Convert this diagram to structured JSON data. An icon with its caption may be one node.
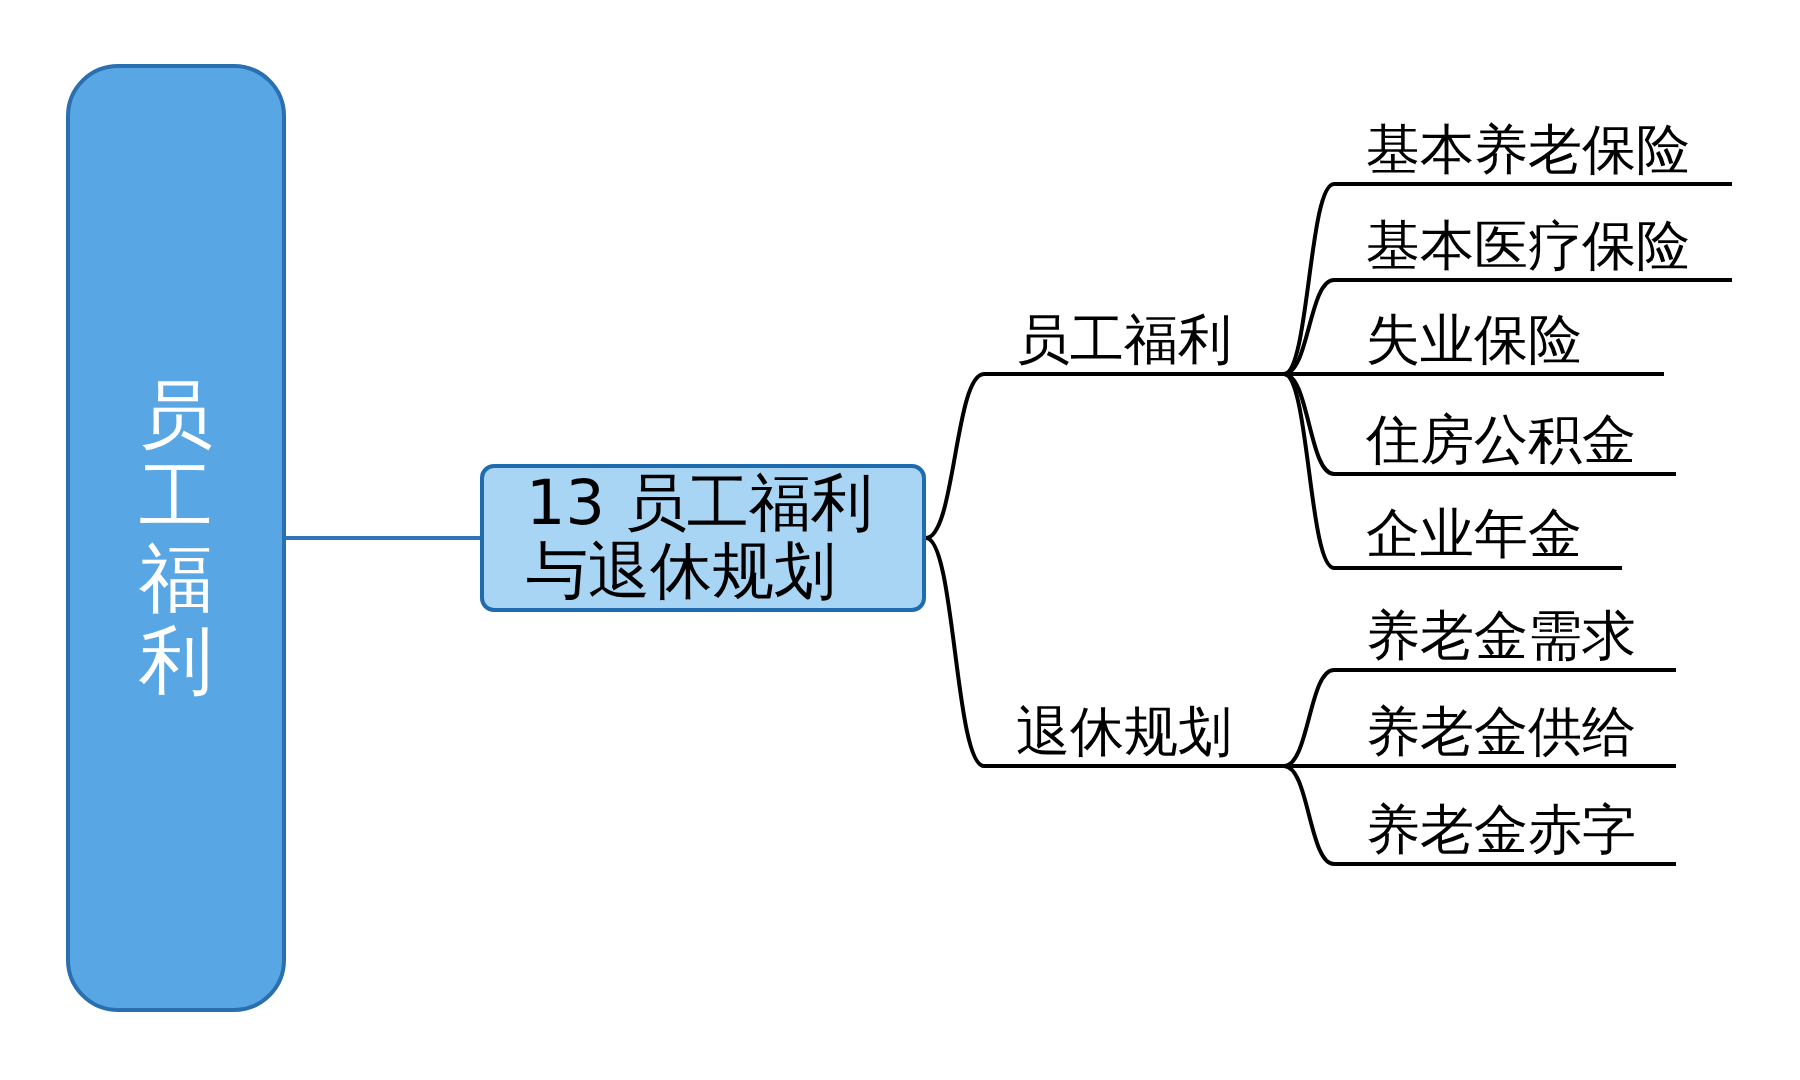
{
  "diagram": {
    "nodes": [
      {
        "text": [
          "员工福利"
        ]
      },
      {
        "text": [
          "13 员工福利与退休规划"
        ]
      },
      {
        "text": [
          "员工福利"
        ]
      },
      {
        "text": [
          "基本养老保险"
        ]
      },
      {
        "text": [
          "基本医疗保险"
        ]
      },
      {
        "text": [
          "失业保险"
        ]
      },
      {
        "text": [
          "住房公积金"
        ]
      },
      {
        "text": [
          "企业年金"
        ]
      },
      {
        "text": [
          "退休规划"
        ]
      },
      {
        "text": [
          "养老金需求"
        ]
      },
      {
        "text": [
          "养老金供给"
        ]
      },
      {
        "text": [
          "养老金赤字"
        ]
      }
    ],
    "edges": [
      {
        "from": 0,
        "to": 1,
        "arrow": "none",
        "color": "#2e75b6"
      },
      {
        "from": 1,
        "to": 2,
        "arrow": "none"
      },
      {
        "from": 2,
        "to": 3,
        "arrow": "none"
      },
      {
        "from": 2,
        "to": 4,
        "arrow": "none"
      },
      {
        "from": 2,
        "to": 5,
        "arrow": "none"
      },
      {
        "from": 2,
        "to": 6,
        "arrow": "none"
      },
      {
        "from": 2,
        "to": 7,
        "arrow": "none"
      },
      {
        "from": 1,
        "to": 8,
        "arrow": "none"
      },
      {
        "from": 8,
        "to": 9,
        "arrow": "none"
      },
      {
        "from": 8,
        "to": 10,
        "arrow": "none"
      },
      {
        "from": 8,
        "to": 11,
        "arrow": "none"
      }
    ]
  }
}
